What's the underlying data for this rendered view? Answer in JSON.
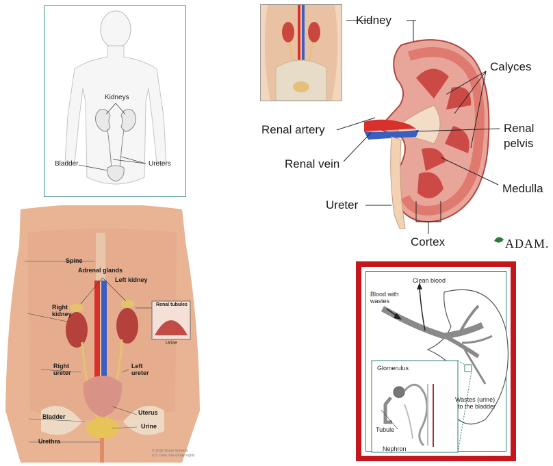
{
  "panel_body": {
    "labels": {
      "kidneys": "Kidneys",
      "bladder": "Bladder",
      "ureters": "Ureters"
    }
  },
  "panel_kidney": {
    "labels": {
      "kidney": "Kidney",
      "calyces": "Calyces",
      "renal_artery": "Renal artery",
      "renal_pelvis_1": "Renal",
      "renal_pelvis_2": "pelvis",
      "renal_vein": "Renal vein",
      "medulla": "Medulla",
      "ureter": "Ureter",
      "cortex": "Cortex"
    },
    "logo": "ADAM."
  },
  "panel_torso": {
    "labels": {
      "spine": "Spine",
      "adrenal_glands": "Adrenal glands",
      "left_kidney": "Left kidney",
      "renal_tubules": "Renal tubules",
      "right_kidney_1": "Right",
      "right_kidney_2": "kidney",
      "urine": "Urine",
      "right_ureter_1": "Right",
      "right_ureter_2": "ureter",
      "left_ureter_1": "Left",
      "left_ureter_2": "ureter",
      "bladder": "Bladder",
      "uterus": "Uterus",
      "urine_bottom": "Urine",
      "urethra": "Urethra"
    },
    "credit_1": "© 2010 Terese Winslow",
    "credit_2": "U.S. Govt. has certain rights"
  },
  "panel_nephron": {
    "labels": {
      "clean_blood": "Clean blood",
      "blood_with_1": "Blood with",
      "blood_with_2": "wastes",
      "glomerulus": "Glomerulus",
      "wastes_1": "Wastes (urine)",
      "wastes_2": "to the bladder",
      "tubule": "Tubule",
      "nephron": "Nephron"
    }
  },
  "colors": {
    "teal_border": "#3b8f8a",
    "red_frame": "#c4161c",
    "kidney_red": "#d9554f",
    "skin": "#e8b494",
    "artery": "#d8302a",
    "vein": "#3b5fbf"
  }
}
